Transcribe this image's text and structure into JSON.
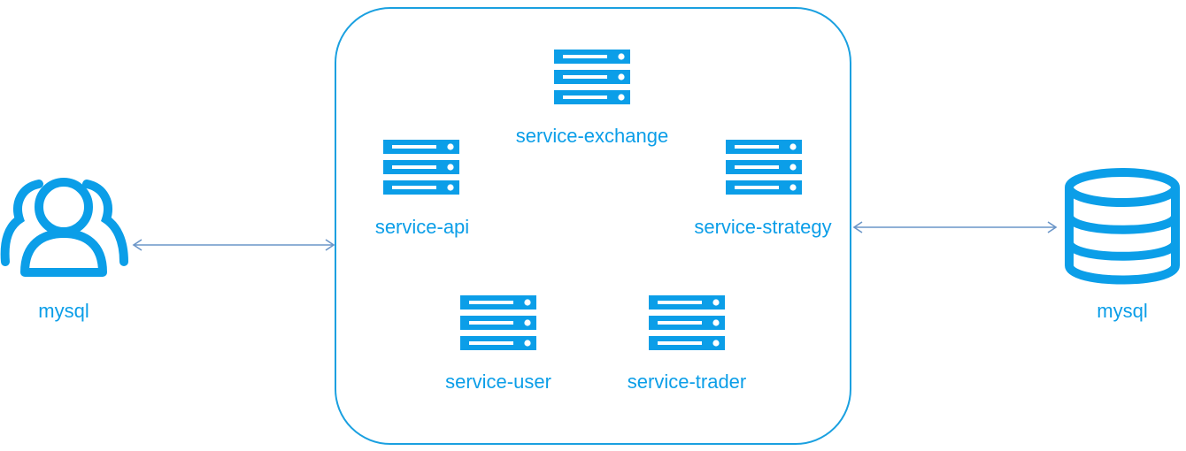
{
  "diagram": {
    "colors": {
      "accent": "#0b9ee8",
      "container_border": "#1aa0e0",
      "connector": "#6a95c8"
    },
    "client": {
      "icon": "users-icon",
      "label": "mysql"
    },
    "database": {
      "icon": "database-icon",
      "label": "mysql"
    },
    "services": [
      {
        "icon": "server-icon",
        "label": "service-exchange"
      },
      {
        "icon": "server-icon",
        "label": "service-api"
      },
      {
        "icon": "server-icon",
        "label": "service-strategy"
      },
      {
        "icon": "server-icon",
        "label": "service-user"
      },
      {
        "icon": "server-icon",
        "label": "service-trader"
      }
    ]
  }
}
